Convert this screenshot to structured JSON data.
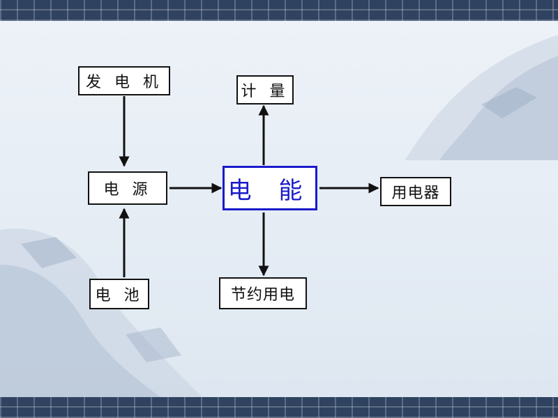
{
  "diagram": {
    "nodes": {
      "generator": "发 电 机",
      "source": "电 源",
      "battery": "电 池",
      "energy": "电 能",
      "metering": "计 量",
      "appliance": "用电器",
      "saving": "节约用电"
    }
  },
  "colors": {
    "brick": "#2f4360",
    "center_border": "#1a1acc",
    "center_text": "#1a1acc",
    "box_border": "#111111"
  }
}
